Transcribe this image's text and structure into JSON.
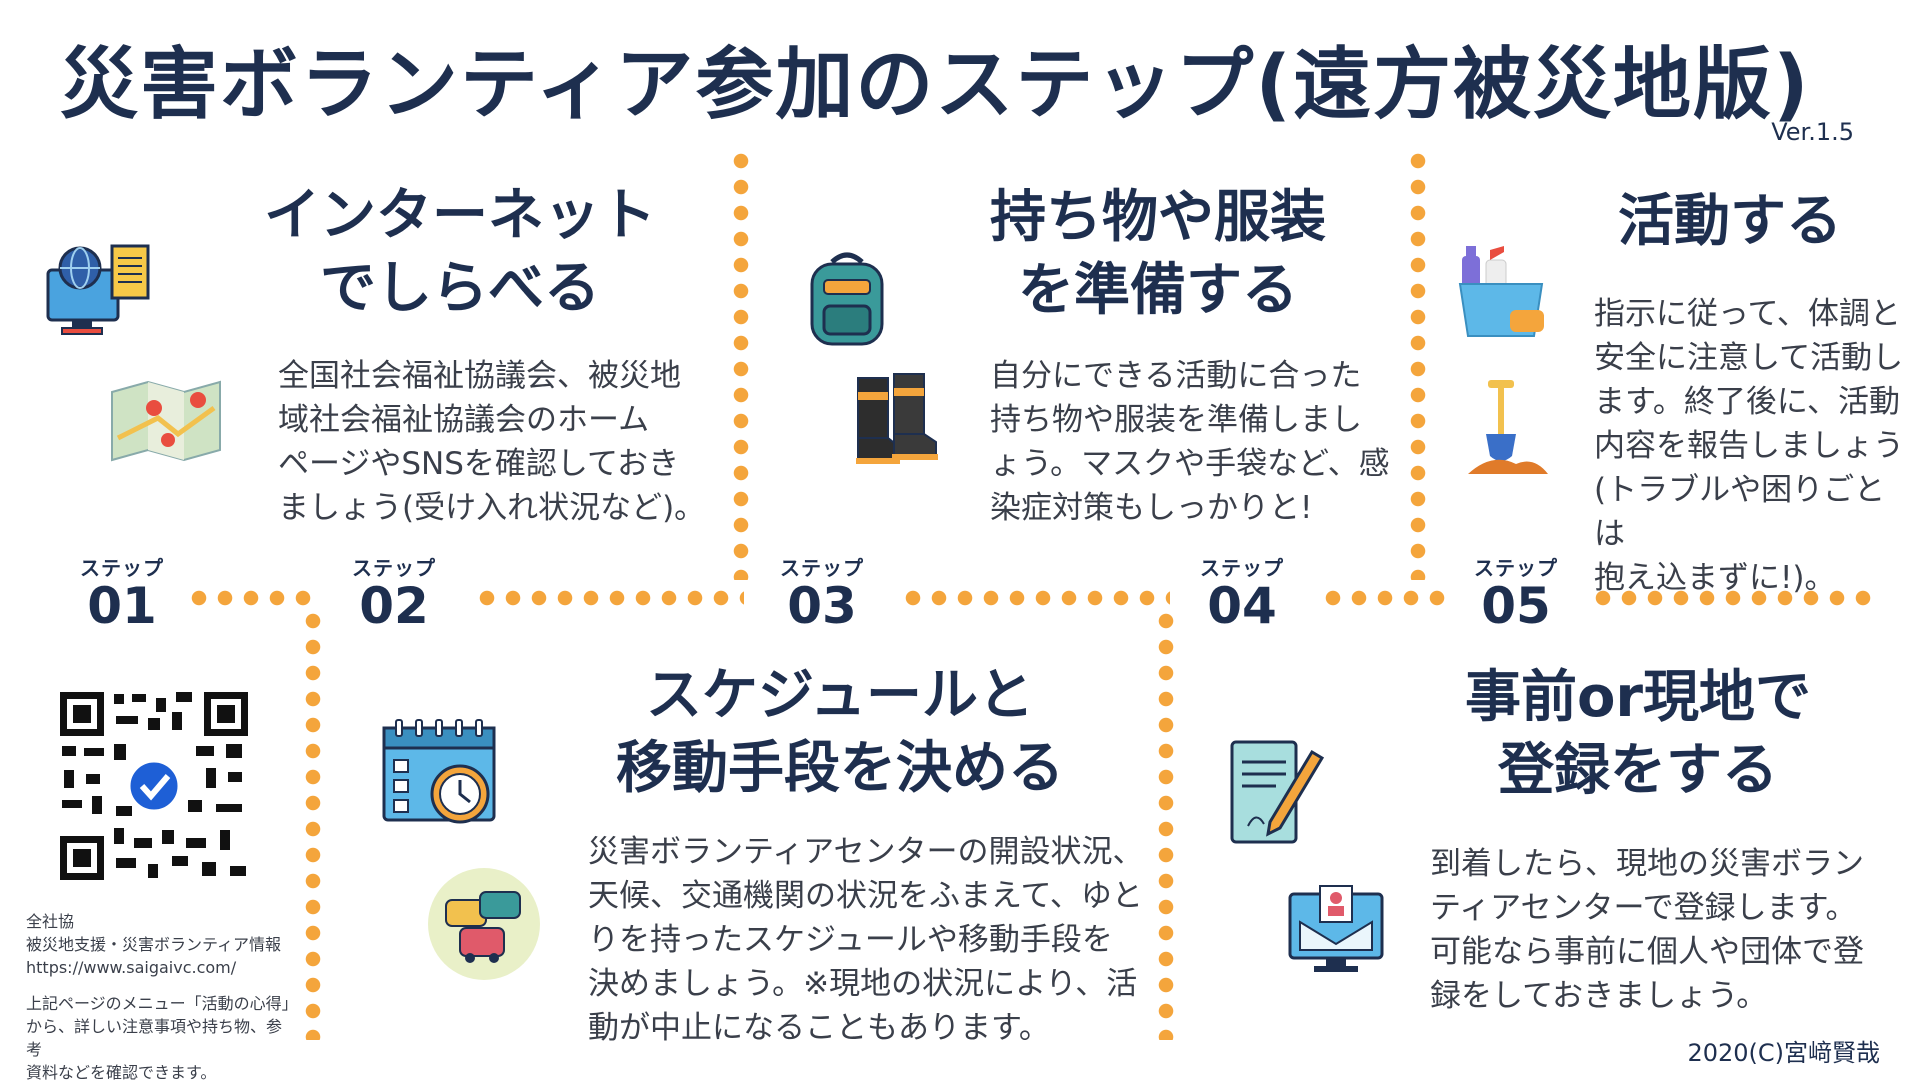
{
  "title": "災害ボランティア参加のステップ(遠方被災地版)",
  "version": "Ver.1.5",
  "steps": [
    {
      "word": "ステップ",
      "number": "01",
      "heading1": "インターネット",
      "heading2": "でしらべる",
      "body": [
        "全国社会福祉協議会、被災地",
        "域社会福祉協議会のホーム",
        "ページやSNSを確認しておき",
        "ましょう(受け入れ状況など)。"
      ]
    },
    {
      "word": "ステップ",
      "number": "02",
      "heading1": "スケジュールと",
      "heading2": "移動手段を決める",
      "body": [
        "災害ボランティアセンターの開設状況、",
        "天候、交通機関の状況をふまえて、ゆと",
        "りを持ったスケジュールや移動手段を",
        "決めましょう。※現地の状況により、活",
        "動が中止になることもあります。"
      ]
    },
    {
      "word": "ステップ",
      "number": "03",
      "heading1": "持ち物や服装",
      "heading2": "を準備する",
      "body": [
        "自分にできる活動に合った",
        "持ち物や服装を準備しまし",
        "ょう。マスクや手袋など、感",
        "染症対策もしっかりと!"
      ]
    },
    {
      "word": "ステップ",
      "number": "04",
      "heading1": "事前or現地で",
      "heading2": "登録をする",
      "body": [
        "到着したら、現地の災害ボラン",
        "ティアセンターで登録します。",
        "可能なら事前に個人や団体で登",
        "録をしておきましょう。"
      ]
    },
    {
      "word": "ステップ",
      "number": "05",
      "heading1": "活動する",
      "heading2": "",
      "body": [
        "指示に従って、体調と",
        "安全に注意して活動し",
        "ます。終了後に、活動",
        "内容を報告しましょう",
        "(トラブルや困りごとは",
        "抱え込まずに!)。"
      ]
    }
  ],
  "note": {
    "line1": "全社協",
    "line2": "被災地支援・災害ボランティア情報",
    "url": "https://www.saigaivc.com/",
    "desc1": "上記ページのメニュー「活動の心得」",
    "desc2": "から、詳しい注意事項や持ち物、参考",
    "desc3": "資料などを確認できます。"
  },
  "footer": "2020(C)宮﨑賢哉",
  "colors": {
    "navy": "#1e2f4f",
    "orange": "#f4a53c",
    "text": "#3a3f4a"
  },
  "icons": [
    "globe-monitor-icon",
    "map-icon",
    "backpack-icon",
    "boots-icon",
    "cleaning-bucket-icon",
    "shovel-icon",
    "calendar-clock-icon",
    "traffic-cars-icon",
    "clipboard-pen-icon",
    "registration-screen-icon",
    "qr-code-icon"
  ]
}
